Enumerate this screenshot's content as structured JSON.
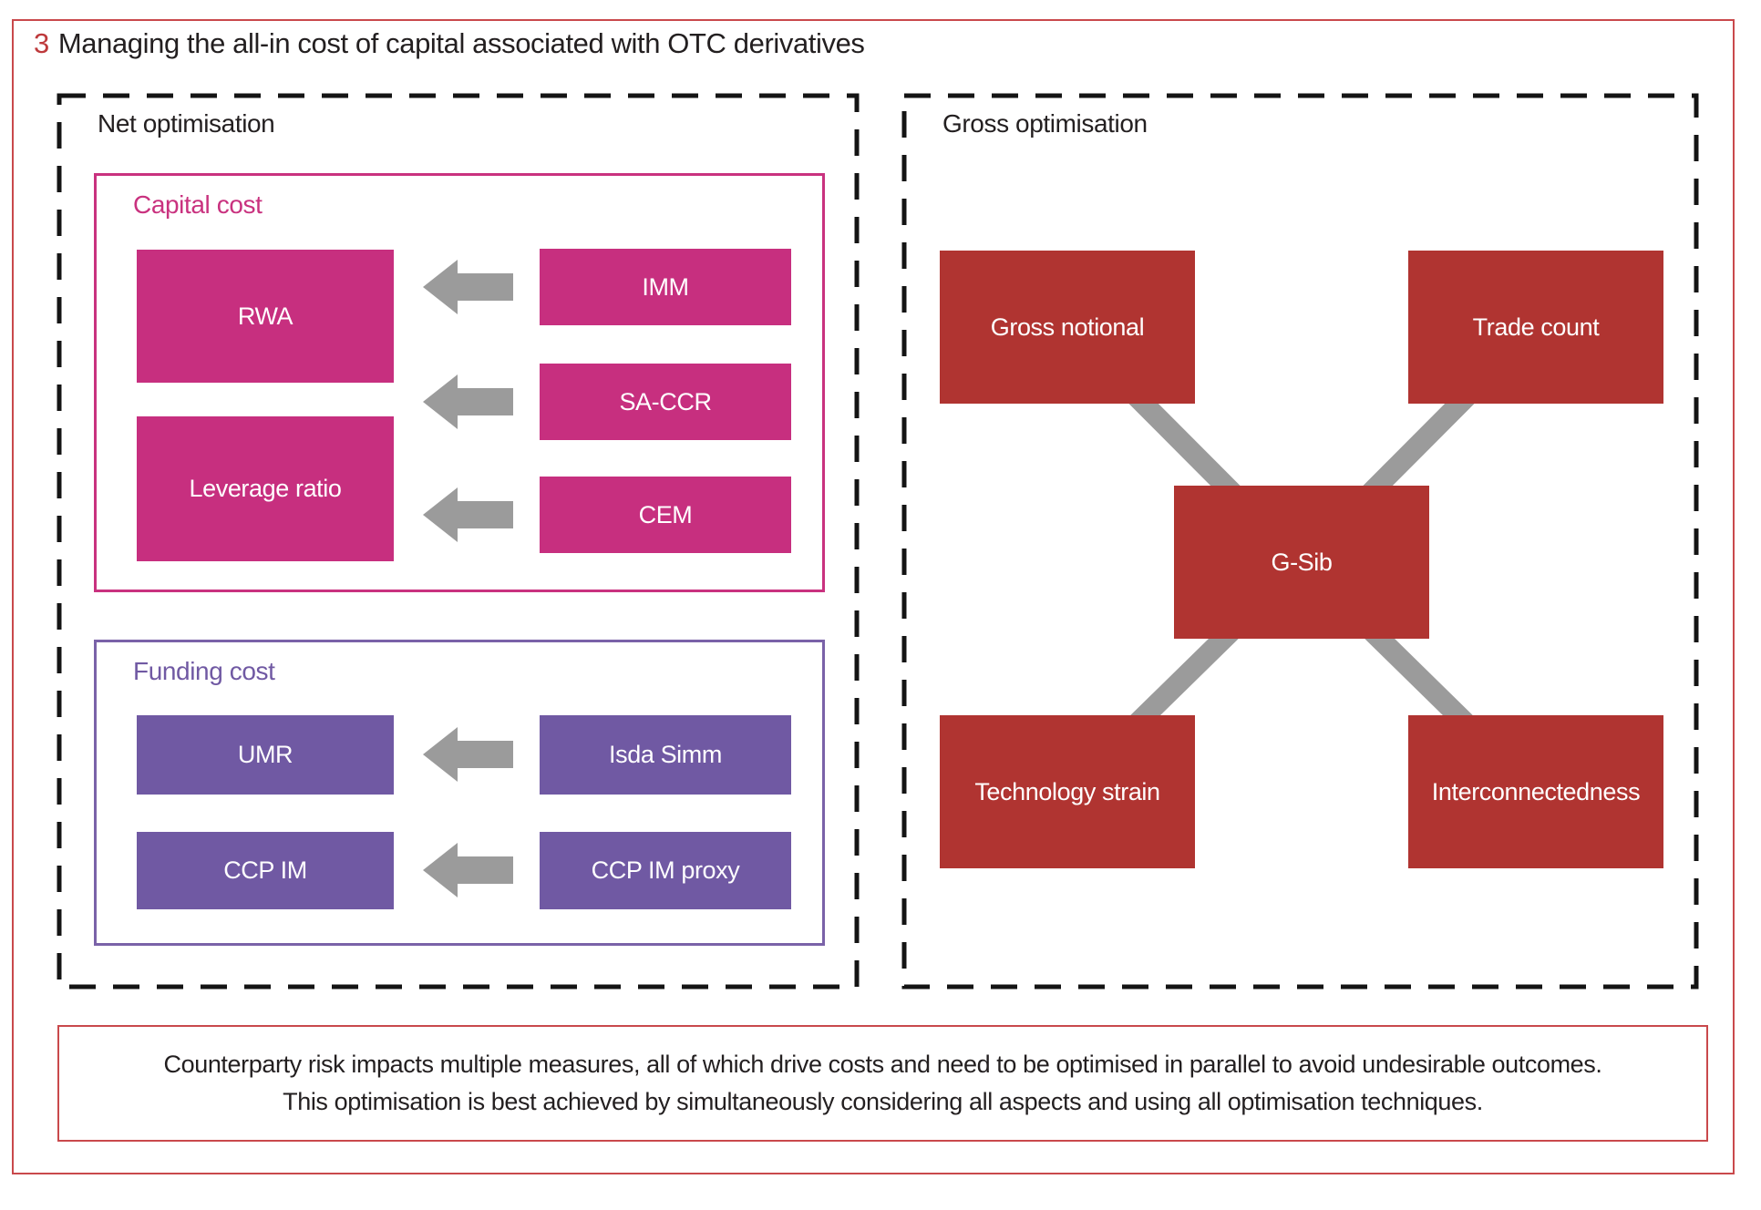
{
  "title": {
    "number": "3",
    "text": "Managing the all-in cost of capital associated with OTC derivatives"
  },
  "panels": {
    "net": {
      "label": "Net optimisation",
      "groups": [
        {
          "label": "Capital cost",
          "targets": [
            {
              "label": "RWA"
            },
            {
              "label": "Leverage ratio"
            }
          ],
          "sources": [
            {
              "label": "IMM"
            },
            {
              "label": "SA-CCR"
            },
            {
              "label": "CEM"
            }
          ]
        },
        {
          "label": "Funding cost",
          "targets": [
            {
              "label": "UMR"
            },
            {
              "label": "CCP IM"
            }
          ],
          "sources": [
            {
              "label": "Isda Simm"
            },
            {
              "label": "CCP IM proxy"
            }
          ]
        }
      ]
    },
    "gross": {
      "label": "Gross optimisation",
      "center": "G-Sib",
      "nodes": [
        "Gross notional",
        "Trade count",
        "Technology strain",
        "Interconnectedness"
      ]
    }
  },
  "caption": {
    "line1": "Counterparty risk impacts multiple measures, all of which drive costs and need to be optimised in parallel to avoid undesirable outcomes.",
    "line2": "This optimisation is best achieved by simultaneously considering all aspects and using all optimisation techniques."
  },
  "colors": {
    "accent_red": "#be3a3c",
    "border_red": "#c9494c",
    "magenta": "#c72f7f",
    "purple": "#7059a3",
    "dark_red": "#b03431",
    "connector_gray": "#9b9b9b",
    "dash_black": "#141414"
  }
}
